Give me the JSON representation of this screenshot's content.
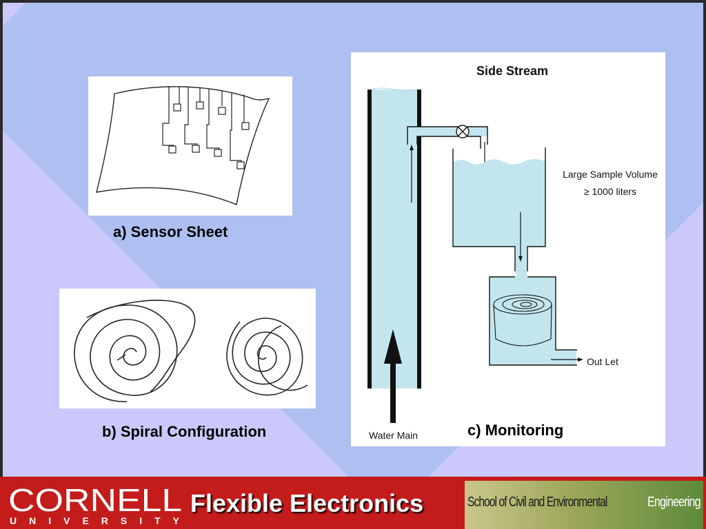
{
  "slide": {
    "captions": {
      "sensor_sheet": "a) Sensor Sheet",
      "spiral": "b) Spiral Configuration",
      "monitoring": "c) Monitoring"
    },
    "diagram_labels": {
      "title": "Side Stream",
      "volume_line1": "Large Sample Volume",
      "volume_line2": "≥ 1000 liters",
      "outlet": "Out Let",
      "water_main": "Water Main"
    }
  },
  "footer": {
    "logo_main": "CORNELL",
    "logo_sub": "UNIVERSITY",
    "title": "Flexible Electronics",
    "school_main": "School of Civil and Environmental",
    "school_accent": "Engineering"
  },
  "colors": {
    "background": "#cbc9fb",
    "diamond": "#aec0f2",
    "footer": "#c41b1b",
    "water": "#c3e6ee"
  }
}
